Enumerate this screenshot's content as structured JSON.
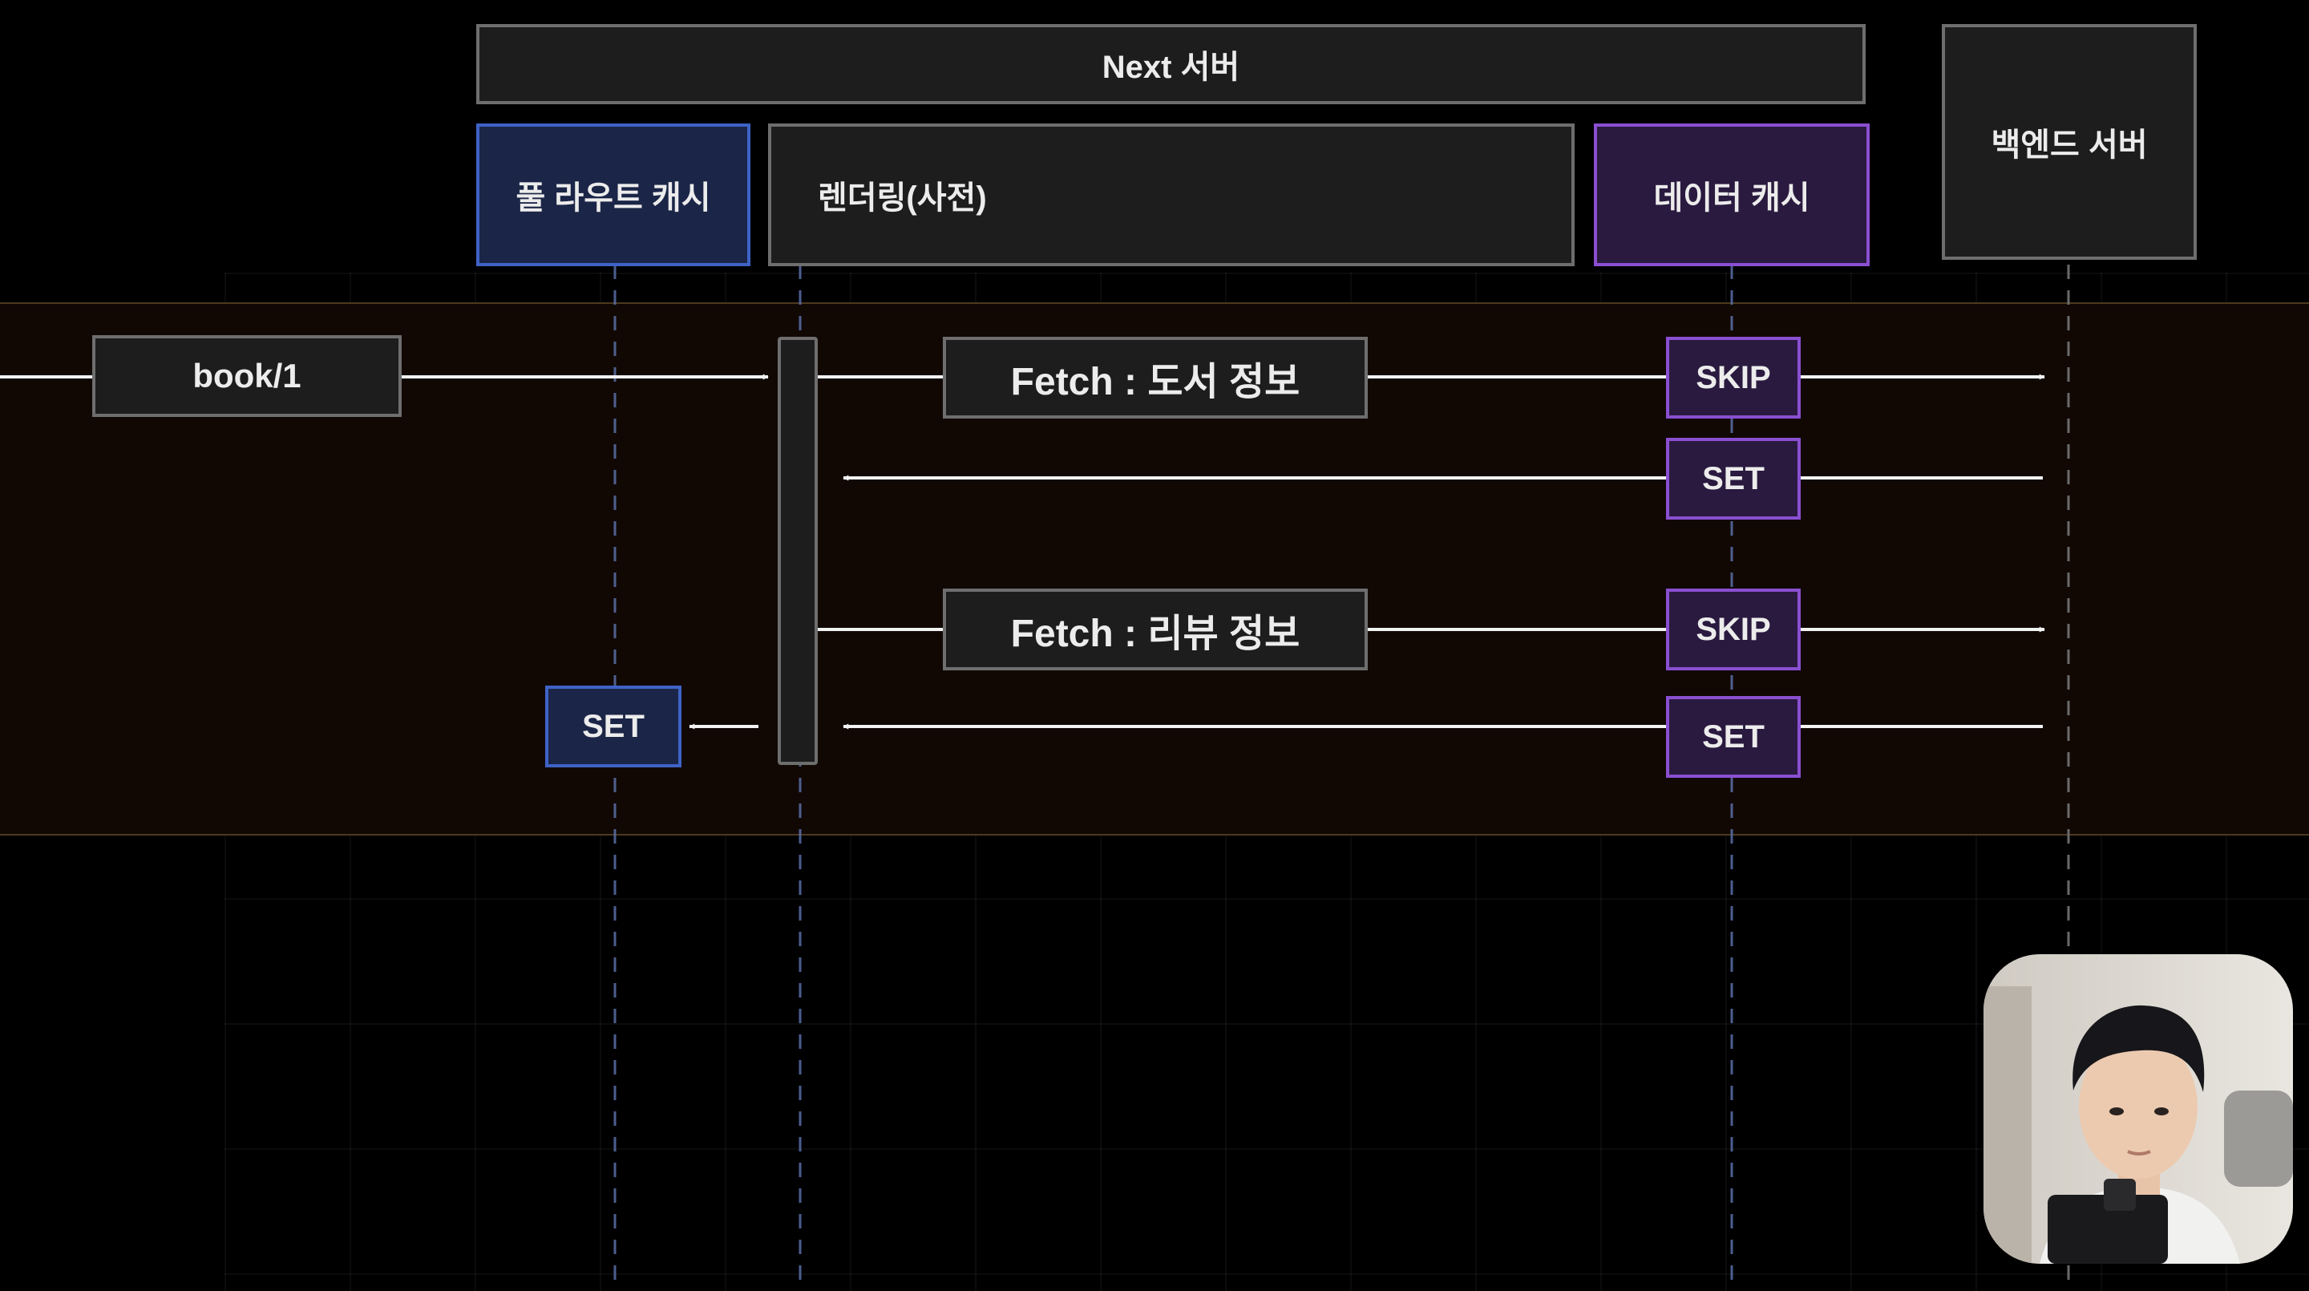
{
  "header": {
    "next_server": "Next 서버",
    "backend_server": "백엔드 서버"
  },
  "lanes": {
    "full_route_cache": "풀 라우트 캐시",
    "rendering": "렌더링(사전)",
    "data_cache": "데이터 캐시"
  },
  "flow": {
    "request": "book/1",
    "fetch_book": "Fetch : 도서 정보",
    "fetch_review": "Fetch : 리뷰 정보",
    "skip_1": "SKIP",
    "set_1": "SET",
    "skip_2": "SKIP",
    "set_2": "SET",
    "route_set": "SET"
  },
  "colors": {
    "background": "#000000",
    "band": "#120904",
    "band_border": "#4d3a1f",
    "box_gray_fill": "#1d1d1d",
    "box_gray_border": "#6e6e6e",
    "route_cache_fill": "#1b2547",
    "route_cache_border": "#3e63c6",
    "data_cache_fill": "#2a1a3f",
    "data_cache_border": "#8a4fd1",
    "arrow": "#f2f2f2",
    "lifeline": "#5a6fa8"
  },
  "icons": {
    "arrow_head": "arrowhead-icon"
  }
}
